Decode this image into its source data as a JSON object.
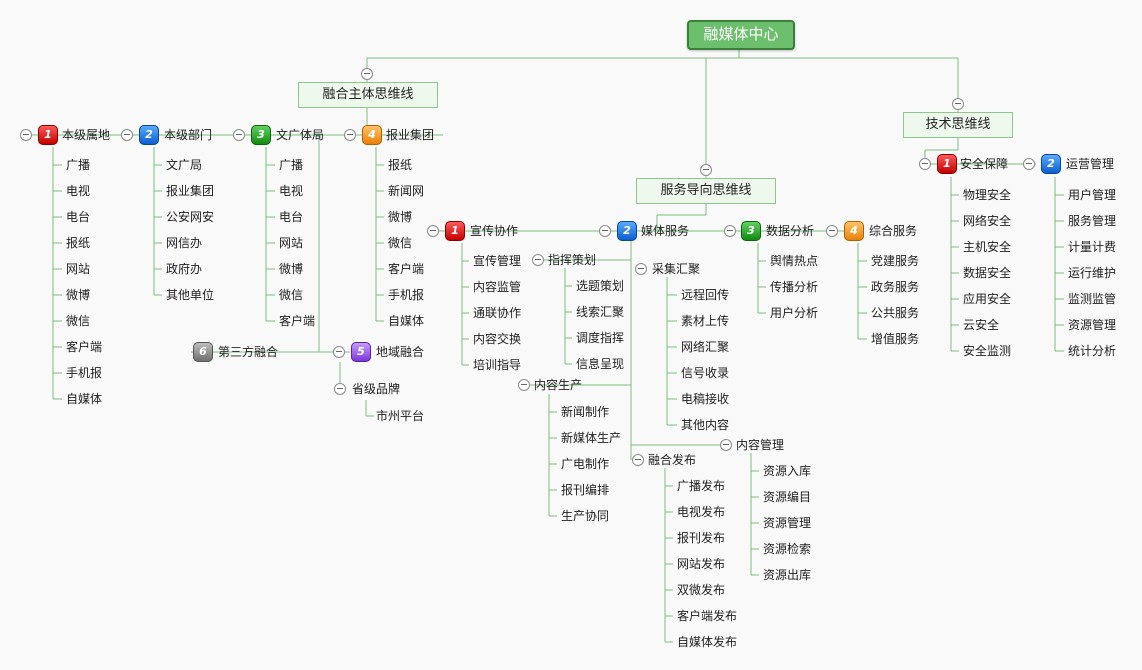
{
  "title": "融媒体中心",
  "branches": {
    "subject": "融合主体思维线",
    "service": "服务导向思维线",
    "tech": "技术思维线"
  },
  "subject": {
    "g1": {
      "num": "1",
      "label": "本级属地",
      "items": [
        "广播",
        "电视",
        "电台",
        "报纸",
        "网站",
        "微博",
        "微信",
        "客户端",
        "手机报",
        "自媒体"
      ]
    },
    "g2": {
      "num": "2",
      "label": "本级部门",
      "items": [
        "文广局",
        "报业集团",
        "公安网安",
        "网信办",
        "政府办",
        "其他单位"
      ]
    },
    "g3": {
      "num": "3",
      "label": "文广体局",
      "items": [
        "广播",
        "电视",
        "电台",
        "网站",
        "微博",
        "微信",
        "客户端"
      ]
    },
    "g4": {
      "num": "4",
      "label": "报业集团",
      "items": [
        "报纸",
        "新闻网",
        "微博",
        "微信",
        "客户端",
        "手机报",
        "自媒体"
      ]
    },
    "g5": {
      "num": "5",
      "label": "地域融合",
      "sub": "省级品牌",
      "subitems": [
        "市州平台"
      ]
    },
    "g6": {
      "num": "6",
      "label": "第三方融合"
    }
  },
  "service": {
    "s1": {
      "num": "1",
      "label": "宣传协作",
      "items": [
        "宣传管理",
        "内容监管",
        "通联协作",
        "内容交换",
        "培训指导"
      ]
    },
    "s2": {
      "num": "2",
      "label": "媒体服务",
      "zhihui": {
        "label": "指挥策划",
        "items": [
          "选题策划",
          "线索汇聚",
          "调度指挥",
          "信息呈现"
        ]
      },
      "caiji": {
        "label": "采集汇聚",
        "items": [
          "远程回传",
          "素材上传",
          "网络汇聚",
          "信号收录",
          "电稿接收",
          "其他内容"
        ]
      },
      "shengchan": {
        "label": "内容生产",
        "items": [
          "新闻制作",
          "新媒体生产",
          "广电制作",
          "报刊编排",
          "生产协同"
        ]
      },
      "guanli": {
        "label": "内容管理",
        "items": [
          "资源入库",
          "资源编目",
          "资源管理",
          "资源检索",
          "资源出库"
        ]
      },
      "fabu": {
        "label": "融合发布",
        "items": [
          "广播发布",
          "电视发布",
          "报刊发布",
          "网站发布",
          "双微发布",
          "客户端发布",
          "自媒体发布"
        ]
      }
    },
    "s3": {
      "num": "3",
      "label": "数据分析",
      "items": [
        "舆情热点",
        "传播分析",
        "用户分析"
      ]
    },
    "s4": {
      "num": "4",
      "label": "综合服务",
      "items": [
        "党建服务",
        "政务服务",
        "公共服务",
        "增值服务"
      ]
    }
  },
  "tech": {
    "t1": {
      "num": "1",
      "label": "安全保障",
      "items": [
        "物理安全",
        "网络安全",
        "主机安全",
        "数据安全",
        "应用安全",
        "云安全",
        "安全监测"
      ]
    },
    "t2": {
      "num": "2",
      "label": "运营管理",
      "items": [
        "用户管理",
        "服务管理",
        "计量计费",
        "运行维护",
        "监测监管",
        "资源管理",
        "统计分析"
      ]
    }
  },
  "colors": {
    "line": "#7cbf7c",
    "root_fill": "#6cbf6c",
    "branch_fill": "#eef8ec"
  }
}
